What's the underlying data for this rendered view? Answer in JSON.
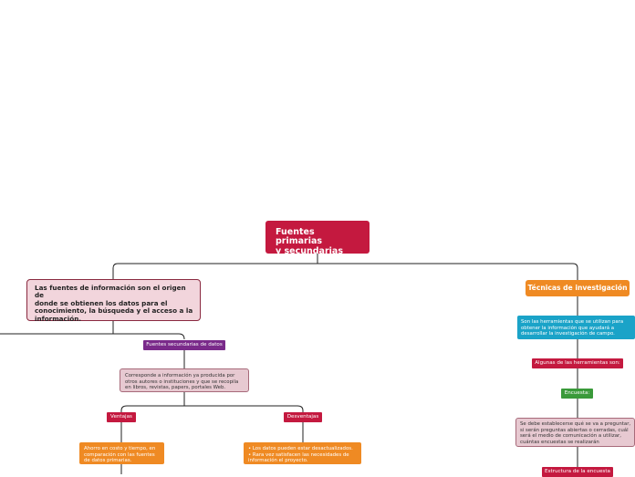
{
  "central": {
    "text": "Fuentes primarias\ny secundarias"
  },
  "definition": {
    "text": "Las fuentes de información son el origen de\ndonde se obtienen los datos para el\nconocimiento, la búsqueda y el acceso a la\ninformación."
  },
  "secondary": {
    "label": "Fuentes secundarias de datos",
    "description": "Corresponde a información ya producida por\notros autores o instituciones y que se recopila\nen libros, revistas, papers, portales Web.",
    "advantages": {
      "label": "Ventajas",
      "description": "Ahorro en costo y tiempo, en\ncomparación con las fuentes\nde datos primarias."
    },
    "disadvantages": {
      "label": "Desventajas",
      "description": "• Los datos pueden estar desactualizados.\n• Rara vez satisfacen las necesidades de\ninformación el proyecto."
    }
  },
  "techniques": {
    "label": "Técnicas de investigación",
    "description": "Son las herramientas que se utilizan para\nobtener la información que ayudará a\ndesarrollar la investigación de campo.",
    "some_tools": "Algunas de las herramientas son:",
    "survey": {
      "label": "Encuesta:",
      "description": "Se debe establecerse qué se va a preguntar,\nsi serán preguntas abiertas o cerradas, cuál\nserá el medio de comunicación a utilizar,\ncuántas encuestas se realizarán",
      "structure": "Estructura de la encuesta"
    }
  },
  "colors": {
    "central": "#c4193f",
    "purple": "#7a2a8a",
    "orange": "#ef8a23",
    "teal": "#1aa3c8",
    "green": "#3a9a3a",
    "pink": "#e7c9d1"
  }
}
